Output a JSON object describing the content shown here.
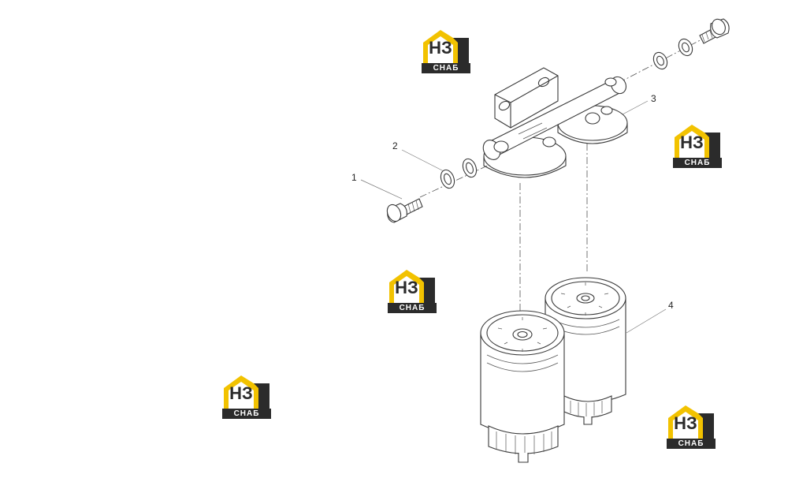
{
  "callouts": [
    "1",
    "2",
    "3",
    "4"
  ],
  "watermark": {
    "brand": "НЗ",
    "sub": "СНАБ",
    "colors": {
      "accent": "#f2c200",
      "dark": "#2b2b2b",
      "light": "#ffffff"
    }
  },
  "colors": {
    "line": "#3a3a3a",
    "shade": "#9a9a9a",
    "background": "#ffffff"
  }
}
